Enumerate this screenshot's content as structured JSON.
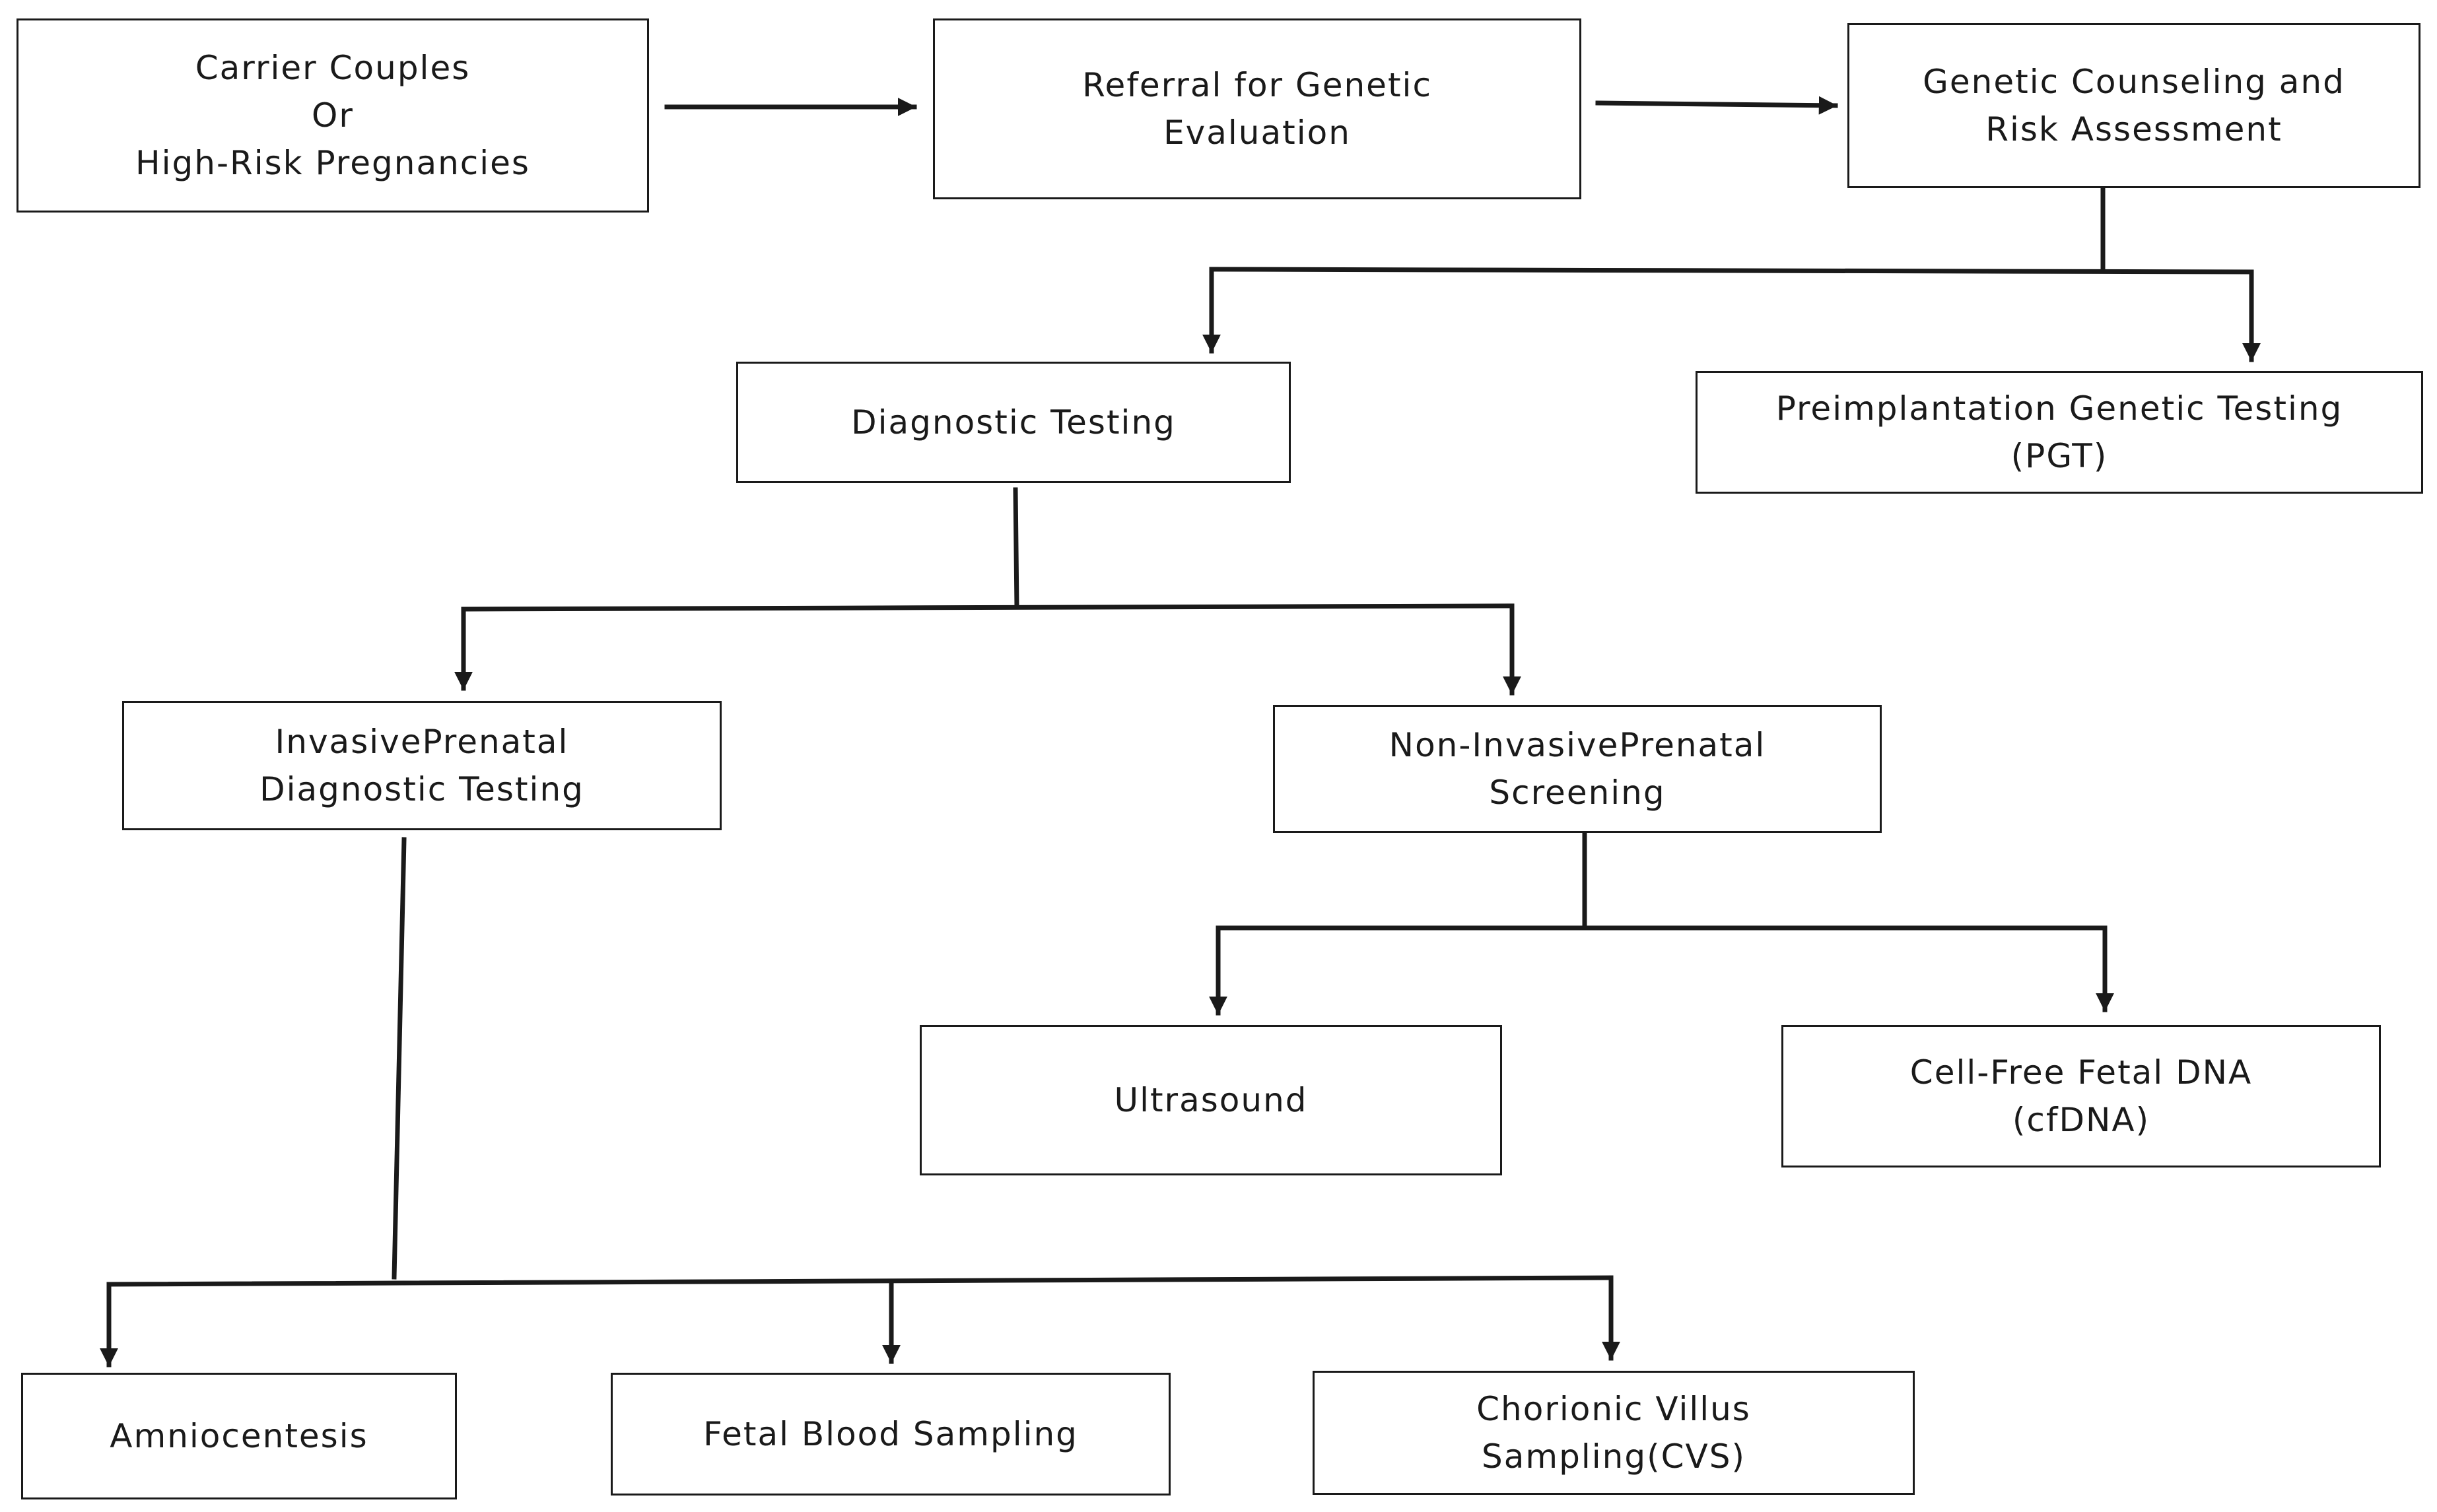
{
  "diagram": {
    "colors": {
      "line": "#1a1a1a",
      "box_border": "#1a1a1a",
      "background": "#ffffff"
    },
    "nodes": {
      "carrier": "Carrier Couples\nOr\nHigh-Risk Pregnancies",
      "referral": "Referral for Genetic\nEvaluation",
      "counseling": "Genetic Counseling and\nRisk Assessment",
      "diagnostic": "Diagnostic Testing",
      "pgt": "Preimplantation Genetic Testing\n(PGT)",
      "invasive": "InvasivePrenatal\nDiagnostic Testing",
      "noninvasive": "Non-InvasivePrenatal\nScreening",
      "ultrasound": "Ultrasound",
      "cfdna": "Cell-Free Fetal DNA\n(cfDNA)",
      "amnio": "Amniocentesis",
      "fbs": "Fetal Blood Sampling",
      "cvs": "Chorionic Villus\nSampling(CVS)"
    },
    "edges": [
      {
        "from": "carrier",
        "to": "referral"
      },
      {
        "from": "referral",
        "to": "counseling"
      },
      {
        "from": "counseling",
        "to": "diagnostic"
      },
      {
        "from": "counseling",
        "to": "pgt"
      },
      {
        "from": "diagnostic",
        "to": "invasive"
      },
      {
        "from": "diagnostic",
        "to": "noninvasive"
      },
      {
        "from": "noninvasive",
        "to": "ultrasound"
      },
      {
        "from": "noninvasive",
        "to": "cfdna"
      },
      {
        "from": "invasive",
        "to": "amnio"
      },
      {
        "from": "invasive",
        "to": "fbs"
      },
      {
        "from": "invasive",
        "to": "cvs"
      }
    ]
  }
}
